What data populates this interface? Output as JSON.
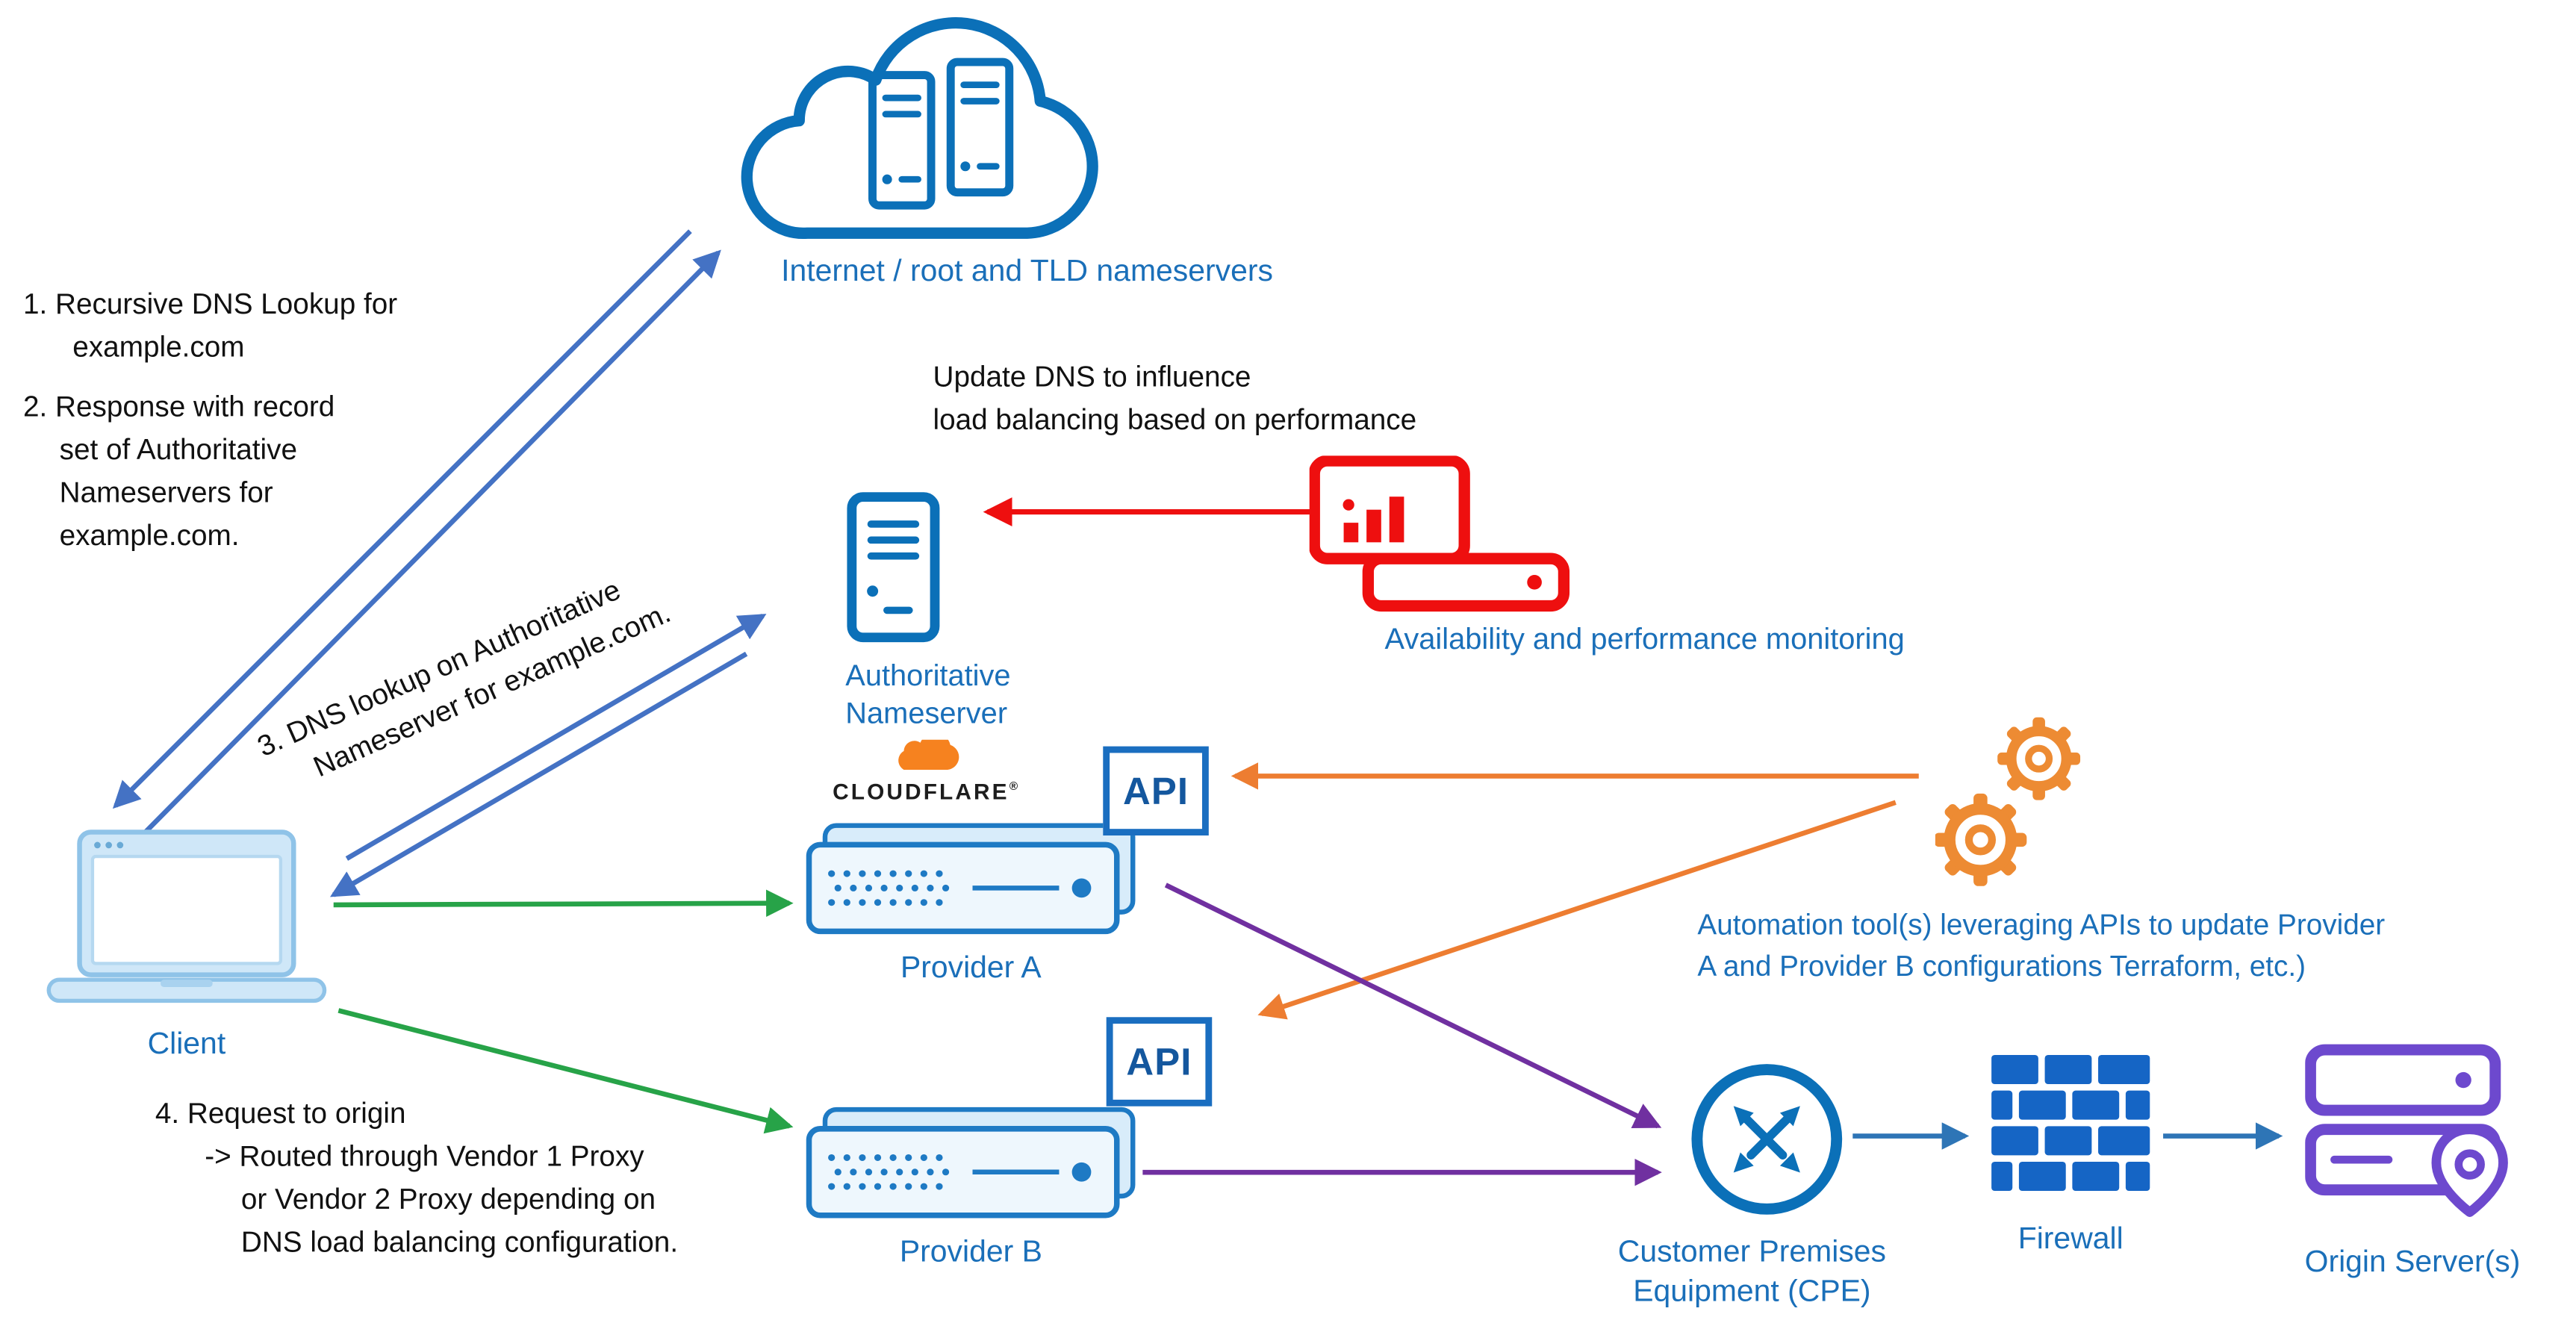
{
  "colors": {
    "label_blue": "#1a6fb9",
    "icon_blue": "#0b70b8",
    "steel_arrow_blue": "#4472c4",
    "flow_arrow_blue": "#2e75b6",
    "green": "#27a348",
    "red": "#ee0f0f",
    "orange": "#ed7d31",
    "purple": "#7030a0",
    "origin_purple": "#6d49ce",
    "cloudflare_orange": "#f6821f",
    "laptop_light_blue": "#cfe7f8"
  },
  "nodes": {
    "internet": {
      "label": "Internet / root and TLD nameservers"
    },
    "authoritative_ns": {
      "line1": "Authoritative",
      "line2": "Nameserver"
    },
    "monitoring": {
      "label": "Availability and performance monitoring"
    },
    "client": {
      "label": "Client"
    },
    "provider_a": {
      "label": "Provider A",
      "api": "API",
      "logo": "CLOUDFLARE",
      "logo_mark": "®"
    },
    "provider_b": {
      "label": "Provider B",
      "api": "API"
    },
    "automation": {
      "line1": "Automation tool(s)  leveraging APIs to update Provider",
      "line2": "A and Provider B configurations Terraform, etc.)"
    },
    "cpe": {
      "line1": "Customer Premises",
      "line2": "Equipment (CPE)"
    },
    "firewall": {
      "label": "Firewall"
    },
    "origin": {
      "label": "Origin Server(s)"
    }
  },
  "annotations": {
    "step1": {
      "line1": "1. Recursive DNS Lookup for",
      "line2": "example.com"
    },
    "step2": {
      "line1": "2. Response with record",
      "line2": "set of Authoritative",
      "line3": "Nameservers for",
      "line4": "example.com."
    },
    "step3": {
      "line1": "3. DNS lookup on Authoritative",
      "line2": "Nameserver for example.com."
    },
    "step4": {
      "line1": "4. Request to origin",
      "line2": "-> Routed through Vendor 1 Proxy",
      "line3": "or Vendor 2 Proxy depending on",
      "line4": "DNS load balancing configuration."
    },
    "update_dns": {
      "line1": "Update DNS to influence",
      "line2": "load balancing based on performance"
    }
  }
}
